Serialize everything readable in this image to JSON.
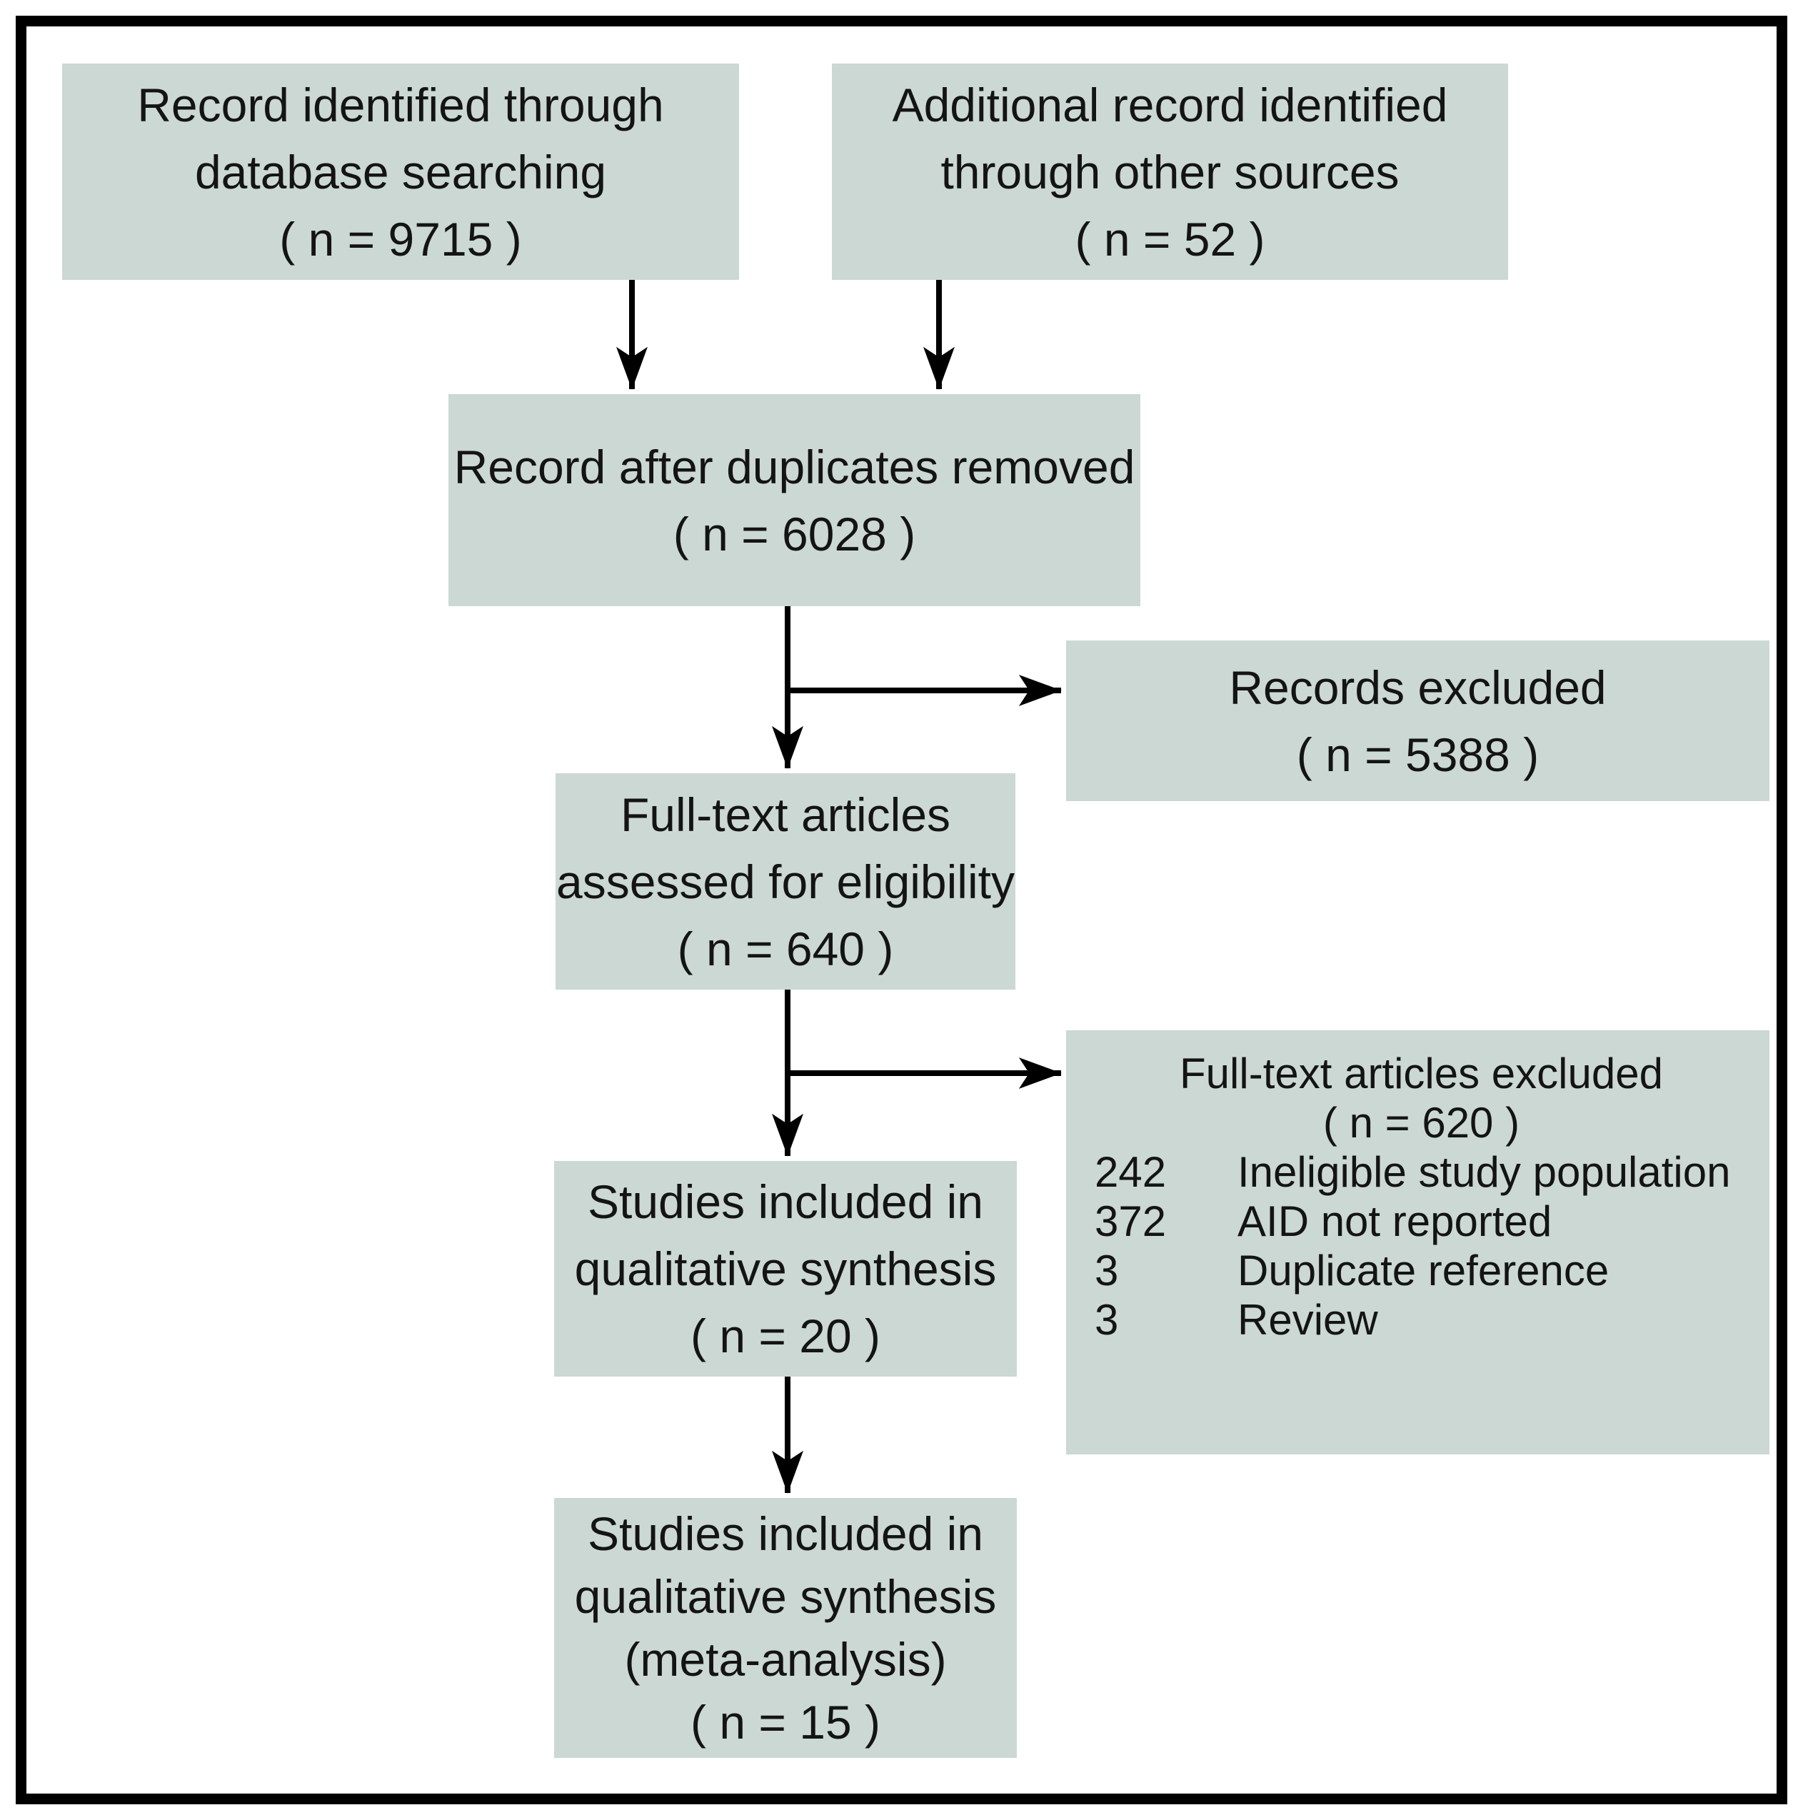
{
  "colors": {
    "box_fill": "#ccd8d3",
    "line": "#000000",
    "text": "#141414",
    "border": "#000000",
    "background": "#ffffff"
  },
  "boxes": {
    "records_identified": {
      "lines": [
        "Record identified through",
        "database searching",
        "( n = 9715 )"
      ]
    },
    "additional_records": {
      "lines": [
        "Additional record identified",
        "through other sources",
        "( n = 52 )"
      ]
    },
    "after_duplicates": {
      "lines": [
        "Record after duplicates removed",
        "( n = 6028 )"
      ]
    },
    "records_excluded": {
      "lines": [
        "Records excluded",
        "( n = 5388 )"
      ]
    },
    "fulltext_assessed": {
      "lines": [
        "Full-text articles",
        "assessed for eligibility",
        "( n = 640 )"
      ]
    },
    "fulltext_excluded": {
      "heading": [
        "Full-text articles excluded",
        "( n = 620 )"
      ],
      "reasons": [
        {
          "count": "242",
          "label": "Ineligible study population"
        },
        {
          "count": "372",
          "label": "AID not reported"
        },
        {
          "count": "3",
          "label": "Duplicate reference"
        },
        {
          "count": "3",
          "label": "Review"
        }
      ]
    },
    "qualitative_synthesis": {
      "lines": [
        "Studies included in",
        "qualitative synthesis",
        "( n = 20 )"
      ]
    },
    "meta_analysis": {
      "lines": [
        "Studies included in",
        "qualitative synthesis",
        "(meta-analysis)",
        "( n = 15 )"
      ]
    }
  }
}
